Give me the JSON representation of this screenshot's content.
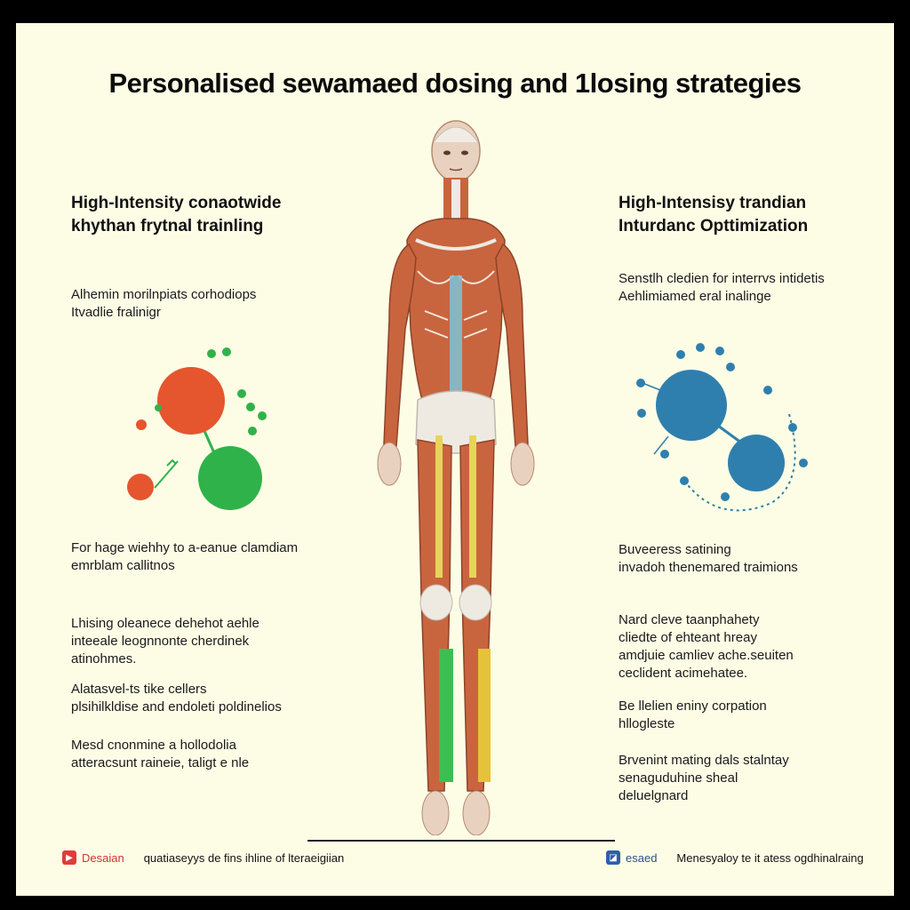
{
  "title": "Personalised sewamaed dosing  and 1losing strategies",
  "left": {
    "heading_lines": [
      "High-Intensity conaotwide",
      "khythan frytnal trainling"
    ],
    "intro_lines": [
      "Alhemin morilnpiats corhodiops",
      "Itvadlie fralinigr"
    ],
    "paragraphs": [
      [
        "For hage wiehhy to a-eanue clamdiam",
        "emrblam callitnos"
      ],
      [
        "Lhising oleanece dehehot aehle",
        "inteeale leognnonte cherdinek",
        "atinohmes."
      ],
      [
        "Alatasvel-ts tike cellers",
        "plsihilkldise and endoleti poldinelios"
      ],
      [
        "Mesd cnonmine a hollodolia",
        "atteracsunt raineie, taligt e nle"
      ]
    ]
  },
  "right": {
    "heading_lines": [
      "High-Intensisy trandian",
      "Inturdanc Opttimization"
    ],
    "intro_lines": [
      "Senstlh cledien for interrvs intidetis",
      "Aehlimiamed eral inalinge"
    ],
    "paragraphs": [
      [
        "Buveeress satining",
        "invadoh thenemared traimions"
      ],
      [
        "Nard cleve taanphahety",
        "cliedte of ehteant hreay",
        "amdjuie camliev ache.seuiten",
        "ceclident acimehatee."
      ],
      [
        "Be llelien eniny corpation",
        "hllogleste"
      ],
      [
        "Brvenint mating dals stalntay",
        "senaguduhine sheal",
        "deluelgnard"
      ]
    ]
  },
  "footer": {
    "left_brand": "Desaian",
    "left_text": "quatiaseyys de fins ihline of lteraeigiian",
    "right_brand": "esaed",
    "right_text": "Menesyaloy te it atess ogdhinalraing"
  },
  "colors": {
    "background": "#fdfde6",
    "orange": "#e5552e",
    "green": "#2fb24a",
    "blue": "#2f7fae",
    "muscle": "#c8653f"
  }
}
